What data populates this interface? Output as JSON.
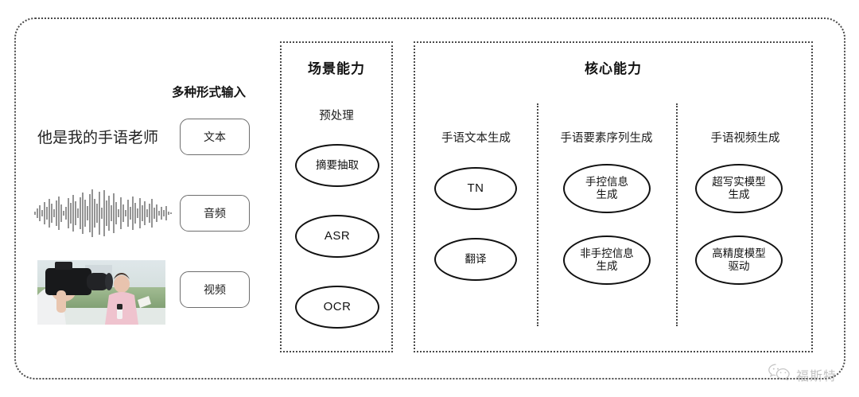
{
  "diagram": {
    "input_section": {
      "heading": "多种形式输入",
      "sample_text": "他是我的手语老师",
      "chips": [
        {
          "label": "文本",
          "modality": "text"
        },
        {
          "label": "音频",
          "modality": "audio"
        },
        {
          "label": "视频",
          "modality": "video"
        }
      ],
      "audio_icon": "waveform-icon",
      "video_thumb": "camera-operator-filming-reporter-photo"
    },
    "scene_panel": {
      "title": "场景能力",
      "group_label": "预处理",
      "nodes": [
        {
          "label": "摘要抽取",
          "script": "han"
        },
        {
          "label": "ASR",
          "script": "latin"
        },
        {
          "label": "OCR",
          "script": "latin"
        }
      ]
    },
    "core_panel": {
      "title": "核心能力",
      "columns": [
        {
          "header": "手语文本生成",
          "nodes": [
            {
              "label": "TN",
              "script": "latin"
            },
            {
              "label": "翻译",
              "script": "han"
            }
          ]
        },
        {
          "header": "手语要素序列生成",
          "nodes": [
            {
              "label": "手控信息\n生成",
              "script": "han"
            },
            {
              "label": "非手控信息\n生成",
              "script": "han"
            }
          ]
        },
        {
          "header": "手语视频生成",
          "nodes": [
            {
              "label": "超写实模型\n生成",
              "script": "han"
            },
            {
              "label": "高精度模型\n驱动",
              "script": "han"
            }
          ]
        }
      ]
    },
    "watermark": {
      "text": "福斯特",
      "icon": "wechat-icon"
    },
    "colors": {
      "border": "#4a4a4a",
      "node_stroke": "#111111",
      "chip_stroke": "#6d6d6d",
      "text": "#1b1b1b",
      "background": "#ffffff"
    }
  }
}
